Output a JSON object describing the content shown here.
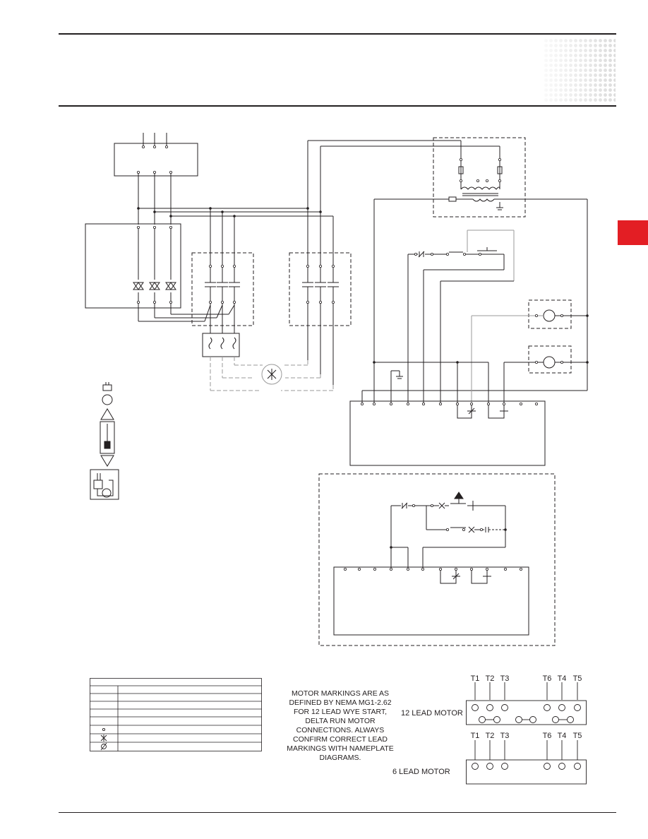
{
  "colors": {
    "accent": "#e31e24",
    "ink": "#231f20",
    "grey": "#9a9a9a"
  },
  "note": {
    "lines": [
      "MOTOR MARKINGS ARE AS",
      "DEFINED BY NEMA MG1-2.62",
      "FOR 12 LEAD WYE START,",
      "DELTA RUN MOTOR",
      "CONNECTIONS. ALWAYS",
      "CONFIRM CORRECT LEAD",
      "MARKINGS WITH NAMEPLATE",
      "DIAGRAMS."
    ]
  },
  "motors": {
    "twelve_lead": {
      "label": "12 LEAD MOTOR",
      "top_terminals": [
        "T1",
        "T2",
        "T3",
        "T6",
        "T4",
        "T5"
      ]
    },
    "six_lead": {
      "label": "6 LEAD MOTOR",
      "top_terminals": [
        "T1",
        "T2",
        "T3",
        "T6",
        "T4",
        "T5"
      ]
    }
  },
  "legend": {
    "rows": 8
  }
}
